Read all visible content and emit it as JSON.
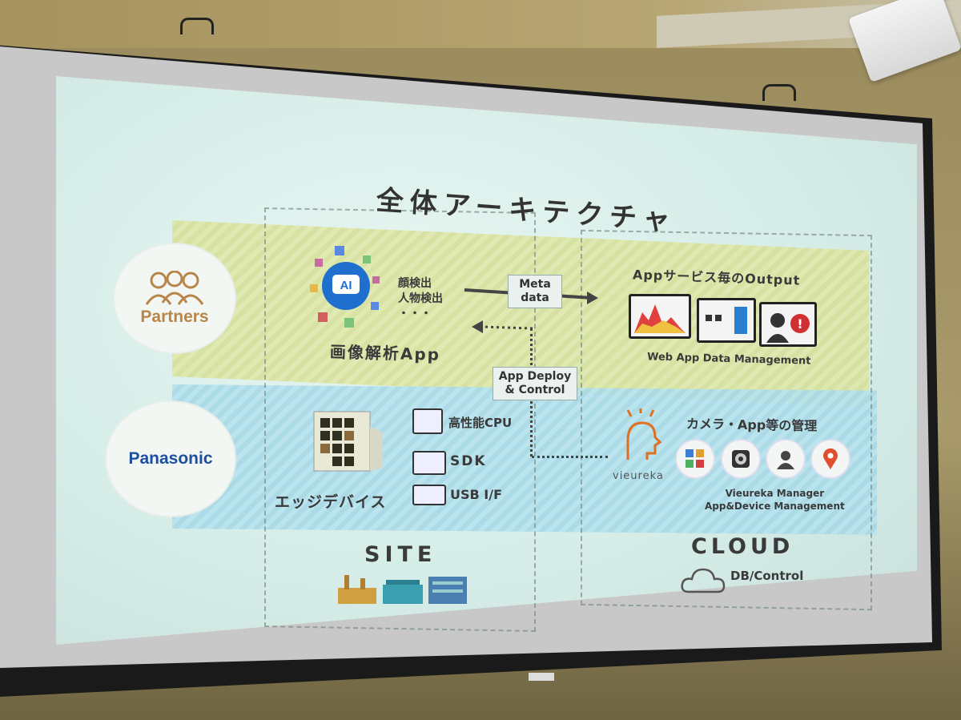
{
  "slide": {
    "title": "全体アーキテクチャ",
    "partners_label": "Partners",
    "panasonic_label": "Panasonic",
    "app": {
      "name": "画像解析App",
      "ai_badge": "AI",
      "detections": [
        "顔検出",
        "人物検出",
        "・・・"
      ]
    },
    "meta_label": [
      "Meta",
      "data"
    ],
    "deploy_label": [
      "App Deploy",
      "& Control"
    ],
    "output": {
      "title": "Appサービス毎のOutput",
      "caption": "Web App Data Management"
    },
    "edge": {
      "name": "エッジデバイス",
      "features": [
        "高性能CPU",
        "SDK",
        "USB I/F"
      ]
    },
    "vieureka": {
      "logo": "vieureka",
      "title": "カメラ・App等の管理",
      "caption": [
        "Vieureka Manager",
        "App&Device Management"
      ]
    },
    "site_label": "SITE",
    "cloud": {
      "label": "CLOUD",
      "db": "DB/Control"
    }
  }
}
